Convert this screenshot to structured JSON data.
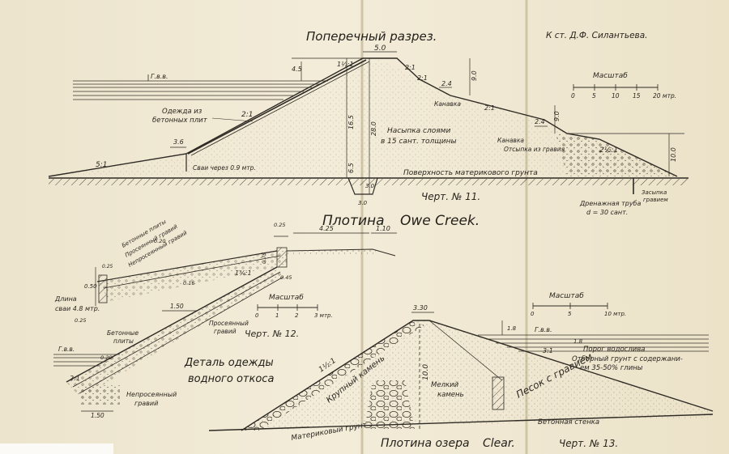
{
  "author": "К ст. Д.Ф. Силантьева.",
  "fig11": {
    "title": "Поперечный разрез.",
    "scale_label": "Масштаб",
    "scale_ticks": [
      "0",
      "5",
      "10",
      "15",
      "20 мтр."
    ],
    "gvv": "Г.в.в.",
    "crest_width": "5.0",
    "left_height": "4.5",
    "slope_1": "1½:1",
    "slope_2": "2:1",
    "slope_3": "2:1",
    "slope_4": "2:1",
    "slope_5": "5:1",
    "slope_6": "2½:1",
    "berm1": "2.4",
    "berm2": "2.4",
    "dim_9a": "9.0",
    "dim_9b": "9.0",
    "dim_165": "16.5",
    "dim_280": "28.0",
    "dim_65": "6.5",
    "dim_30a": "3.0",
    "dim_30b": "3.0",
    "dim_36": "3.6",
    "dim_100": "10.0",
    "facing": [
      "Одежда из",
      "бетонных плит"
    ],
    "kanavka1": "Канавка",
    "kanavka2": "Канавка",
    "fill": [
      "Насыпка слоями",
      "в 15 сант. толщины"
    ],
    "gravel": "Отсыпка из гравия",
    "piles": "Сваи через 0.9 мтр.",
    "ground": "Поверхность материкового грунта",
    "number": "Черт. № 11.",
    "drain": [
      "Дренажная труба",
      "d = 30 сант."
    ],
    "backfill": [
      "Засыпка",
      "гравием"
    ]
  },
  "dam1": {
    "title_ru": "Плотина",
    "title_en": "Owe Creek."
  },
  "fig12": {
    "scale_label": "Масштаб",
    "scale_ticks": [
      "0",
      "1",
      "2",
      "3 мтр."
    ],
    "layers": [
      "Бетонные плиты",
      "Просеянный гравий",
      "Непросеянный гравий"
    ],
    "dim_020a": "0.20",
    "dim_020b": "0.20",
    "dim_016": "0.16",
    "dim_050": "0.50",
    "dim_025a": "0.25",
    "dim_025b": "0.25",
    "dim_045": "0.45",
    "dim_075": "0.75",
    "dim_425": "4.25",
    "dim_110": "1.10",
    "dim_150a": "1.50",
    "dim_150b": "1.50",
    "slope_a": "1¾:1",
    "slope_b": "2:1",
    "pile_len": [
      "Длина",
      "сваи 4.8 мтр."
    ],
    "sifted": [
      "Просеянный",
      "гравий"
    ],
    "plates": [
      "Бетонные",
      "плиты"
    ],
    "gvv": "Г.в.в.",
    "unsifted": [
      "Непросеянный",
      "гравий"
    ],
    "number": "Черт. № 12.",
    "detail": [
      "Деталь одежды",
      "водного откоса"
    ]
  },
  "fig13": {
    "scale_label": "Масштаб",
    "scale_ticks": [
      "0",
      "5",
      "10 мтр."
    ],
    "crest_width": "3.30",
    "dim_18a": "1.8",
    "dim_18b": "1.8",
    "gvv": "Г.в.в.",
    "spillway": "Порог водослива",
    "selected": [
      "Отборный грунт с содержани-",
      "ем 35-50% глины"
    ],
    "slope_l": "1½:1",
    "slope_r": "3:1",
    "big_stone": "Крупный камень",
    "dim_100": "10.0",
    "small_stone": [
      "Мелкий",
      "камень"
    ],
    "sand": "Песок с гравием",
    "wall": "Бетонная стенка",
    "subsoil": "Материковый грунт"
  },
  "dam2": {
    "title_ru": "Плотина озера",
    "title_en": "Clear.",
    "number": "Черт. № 13."
  }
}
